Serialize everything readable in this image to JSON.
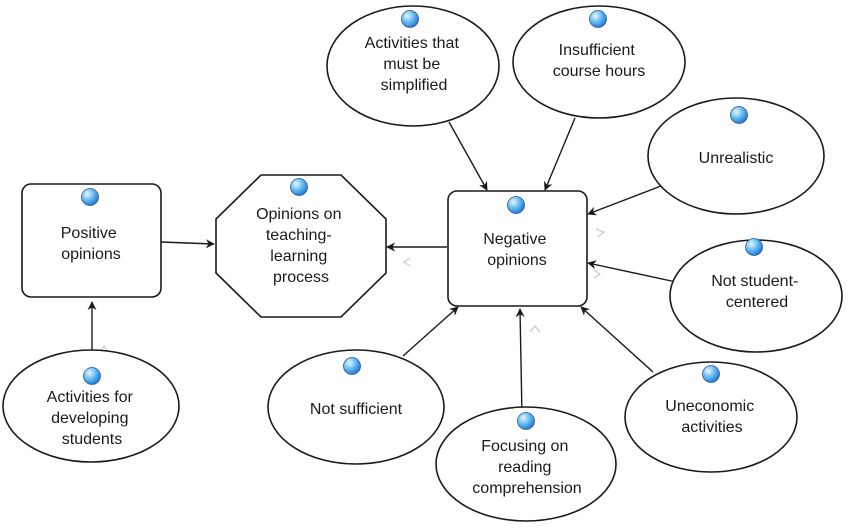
{
  "colors": {
    "background": "#ffffff",
    "stroke": "#1a1a1a",
    "bulb_light": "#d6f0ff",
    "bulb_dark": "#1a6fd0"
  },
  "nodes": {
    "positive": [
      "Positive",
      "opinions"
    ],
    "opinions_process": [
      "Opinions on",
      "teaching-",
      "learning",
      "process"
    ],
    "negative": [
      "Negative",
      "opinions"
    ],
    "developing": [
      "Activities for",
      "developing",
      "students"
    ],
    "simplified": [
      "Activities that",
      "must be",
      "simplified"
    ],
    "hours": [
      "Insufficient",
      "course hours"
    ],
    "unrealistic": [
      "Unrealistic"
    ],
    "not_student": [
      "Not student-",
      "centered"
    ],
    "uneconomic": [
      "Uneconomic",
      "activities"
    ],
    "reading": [
      "Focusing on",
      "reading",
      "comprehension"
    ],
    "not_sufficient": [
      "Not sufficient"
    ]
  },
  "icons": {
    "node_marker": "blue-sphere-icon"
  }
}
